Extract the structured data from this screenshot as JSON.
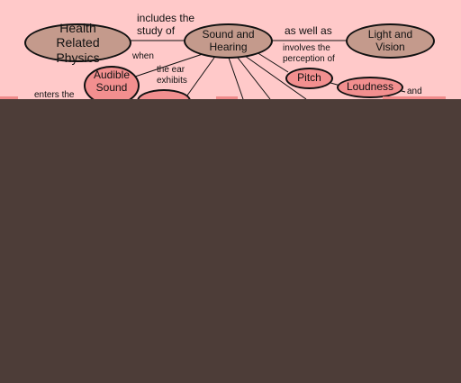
{
  "nodes": {
    "health_physics": "Health Related Physics",
    "sound_hearing": "Sound and Hearing",
    "light_vision": "Light and Vision",
    "audible_sound": "Audible Sound",
    "pitch": "Pitch",
    "loudness": "Loudness"
  },
  "links": {
    "includes": "includes the study of",
    "as_well_as": "as well as",
    "involves": "involves the perception of",
    "when": "when",
    "ear_exhibits": "the ear exhibits",
    "enters_the": "enters the",
    "and": "and"
  },
  "colors": {
    "background": "#ffc9c9",
    "primary_node": "#c49a8c",
    "secondary_node": "#f28f8f",
    "overlay": "#4d3d38"
  }
}
